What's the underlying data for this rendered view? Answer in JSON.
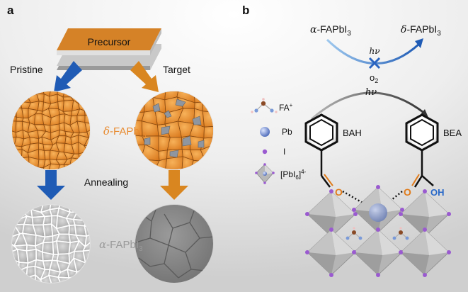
{
  "panel_a": {
    "label": "a",
    "precursor_label": "Precursor",
    "pristine_label": "Pristine",
    "target_label": "Target",
    "delta_phase_prefix": "δ",
    "delta_phase_suffix": "-FAPbI",
    "delta_phase_sub": "3",
    "annealing_label": "Annealing",
    "alpha_phase_prefix": "α",
    "alpha_phase_suffix": "-FAPbI",
    "alpha_phase_sub": "3"
  },
  "panel_b": {
    "label": "b",
    "alpha_phase_prefix": "α",
    "alpha_phase_suffix": "-FAPbI",
    "alpha_phase_sub": "3",
    "delta_phase_prefix": "δ",
    "delta_phase_suffix": "-FAPbI",
    "delta_phase_sub": "3",
    "light_top": "hν",
    "oxygen": "o",
    "oxygen_sub": "2",
    "light_mid": "hν",
    "legend": {
      "fa": "FA",
      "fa_sup": "+",
      "pb": "Pb",
      "iodide": "I",
      "octahedron": "[PbI",
      "octahedron_sub": "6",
      "octahedron_close": "]",
      "octahedron_sup": "4-"
    },
    "bah_label": "BAH",
    "bea_label": "BEA",
    "o_left": "O",
    "o_right": "O",
    "oh": "OH"
  },
  "colors": {
    "orange": "#e88a2e",
    "blue_arrow": "#1f5bb5",
    "orange_arrow": "#d98620",
    "oxygen_orange": "#e07b1a",
    "oh_blue": "#2868c8"
  }
}
